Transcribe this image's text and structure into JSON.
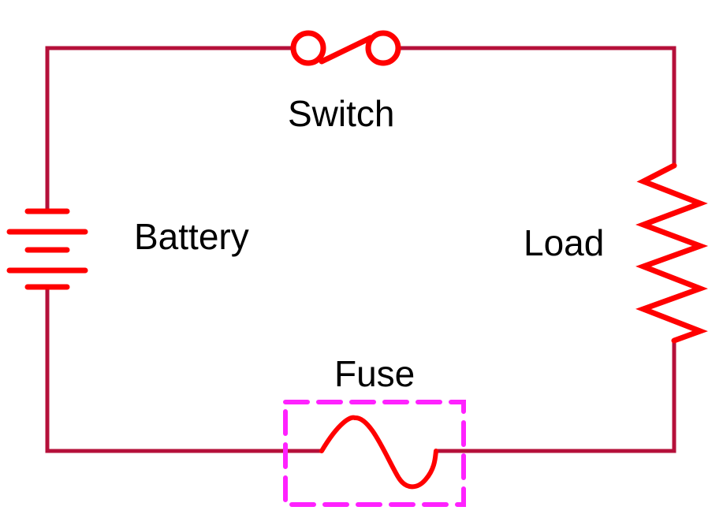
{
  "diagram": {
    "type": "circuit-schematic",
    "colors": {
      "wire": "#b5103a",
      "component": "#ff0000",
      "fuse_box": "#ff22ff",
      "text": "#000000",
      "background": "#ffffff"
    },
    "components": {
      "switch": {
        "label": "Switch",
        "symbol": "switch-open-icon"
      },
      "battery": {
        "label": "Battery",
        "symbol": "battery-icon"
      },
      "load": {
        "label": "Load",
        "symbol": "resistor-icon"
      },
      "fuse": {
        "label": "Fuse",
        "symbol": "fuse-icon"
      }
    }
  }
}
